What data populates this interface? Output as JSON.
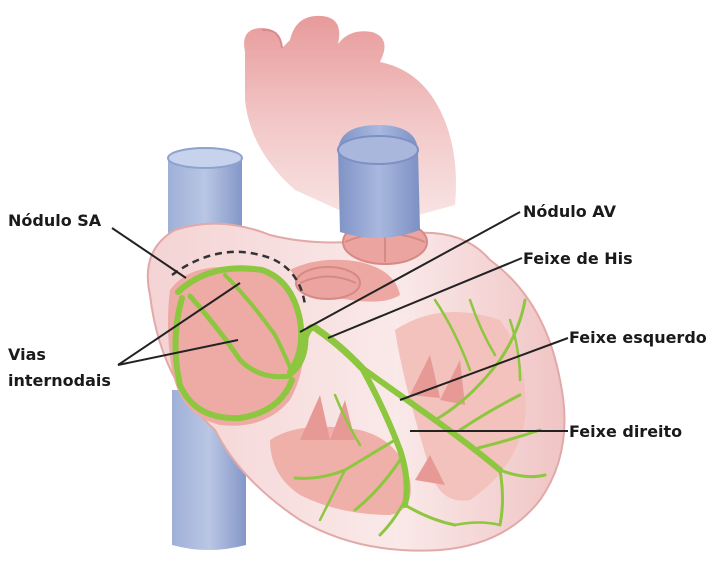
{
  "diagram": {
    "labels": {
      "sa_node": "Nódulo SA",
      "av_node": "Nódulo AV",
      "his_bundle": "Feixe de His",
      "internodal_1": "Vias",
      "internodal_2": "internodais",
      "left_bundle": "Feixe esquerdo",
      "right_bundle": "Feixe direito"
    },
    "colors": {
      "conduction": "#8dc63f",
      "vein": "#8ea2cf",
      "vein_dark": "#6f86bd",
      "outer_heart": "#e6a0a0",
      "outer_heart_light": "#f5dcdc",
      "muscle": "#eeaaa4",
      "muscle_light": "#f6d4d0",
      "leader_line": "#222222"
    }
  }
}
